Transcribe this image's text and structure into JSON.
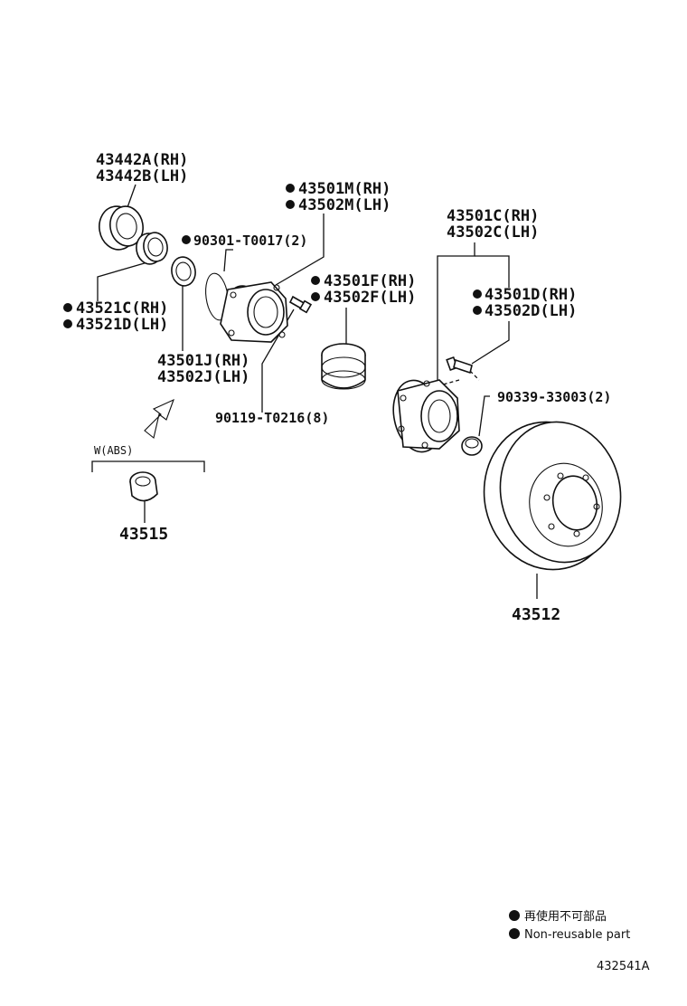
{
  "labels": {
    "p43442a": "43442A(RH)",
    "p43442b": "43442B(LH)",
    "p43501m": "43501M(RH)",
    "p43502m": "43502M(LH)",
    "p90301": "90301-T0017(2)",
    "p43501c": "43501C(RH)",
    "p43502c": "43502C(LH)",
    "p43501f": "43501F(RH)",
    "p43502f": "43502F(LH)",
    "p43501d": "43501D(RH)",
    "p43502d": "43502D(LH)",
    "p43521c": "43521C(RH)",
    "p43521d": "43521D(LH)",
    "p43501j": "43501J(RH)",
    "p43502j": "43502J(LH)",
    "p90119": "90119-T0216(8)",
    "p90339": "90339-33003(2)",
    "wabs": "W(ABS)",
    "p43515": "43515",
    "p43512": "43512"
  },
  "legend": {
    "line1": "再使用不可部品",
    "line2": "Non-reusable part"
  },
  "diagram_code": "432541A"
}
